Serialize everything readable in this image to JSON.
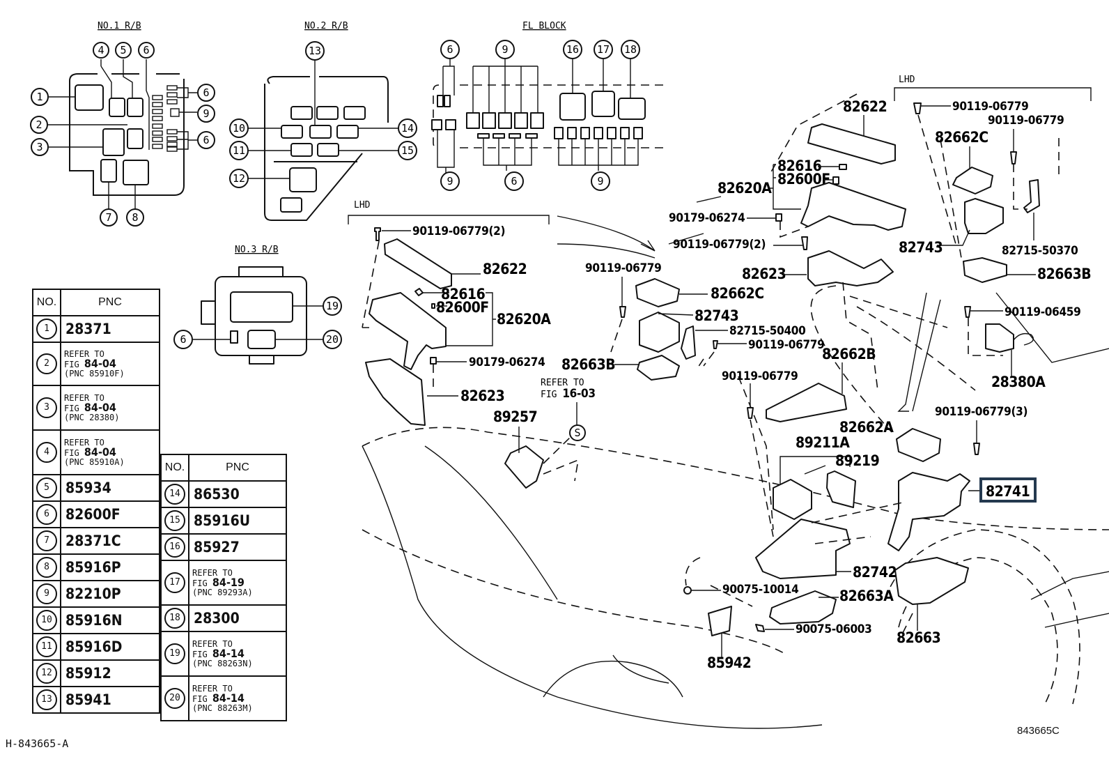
{
  "sections": {
    "ab1_title": "NO.1 R/B",
    "ab2_title": "NO.2 R/B",
    "fl_title": "FL BLOCK",
    "ab3_title": "NO.3 R/B",
    "lhd_label": "LHD"
  },
  "ab1_callouts": [
    "4",
    "5",
    "6",
    "1",
    "6",
    "9",
    "2",
    "6",
    "3",
    "7",
    "8"
  ],
  "ab2_callouts": [
    "13",
    "10",
    "14",
    "11",
    "15",
    "12"
  ],
  "fl_callouts": [
    "6",
    "9",
    "16",
    "17",
    "18",
    "9",
    "6",
    "9"
  ],
  "ab3_callouts": [
    "19",
    "6",
    "20"
  ],
  "table1": {
    "header_no": "NO.",
    "header_pnc": "PNC",
    "rows": [
      {
        "no": "1",
        "pnc": "28371"
      },
      {
        "no": "2",
        "ref1": "REFER TO",
        "ref2_pre": "FIG ",
        "ref2_big": "84-04",
        "ref3": "(PNC 85910F)"
      },
      {
        "no": "3",
        "ref1": "REFER TO",
        "ref2_pre": "FIG ",
        "ref2_big": "84-04",
        "ref3": "(PNC 28380)"
      },
      {
        "no": "4",
        "ref1": "REFER TO",
        "ref2_pre": "FIG ",
        "ref2_big": "84-04",
        "ref3": "(PNC 85910A)"
      },
      {
        "no": "5",
        "pnc": "85934"
      },
      {
        "no": "6",
        "pnc": "82600F"
      },
      {
        "no": "7",
        "pnc": "28371C"
      },
      {
        "no": "8",
        "pnc": "85916P"
      },
      {
        "no": "9",
        "pnc": "82210P"
      },
      {
        "no": "10",
        "pnc": "85916N"
      },
      {
        "no": "11",
        "pnc": "85916D"
      },
      {
        "no": "12",
        "pnc": "85912"
      },
      {
        "no": "13",
        "pnc": "85941"
      }
    ]
  },
  "table2": {
    "header_no": "NO.",
    "header_pnc": "PNC",
    "rows": [
      {
        "no": "14",
        "pnc": "86530"
      },
      {
        "no": "15",
        "pnc": "85916U"
      },
      {
        "no": "16",
        "pnc": "85927"
      },
      {
        "no": "17",
        "ref1": "REFER TO",
        "ref2_pre": "FIG ",
        "ref2_big": "84-19",
        "ref3": "(PNC 89293A)"
      },
      {
        "no": "18",
        "pnc": "28300"
      },
      {
        "no": "19",
        "ref1": "REFER TO",
        "ref2_pre": "FIG ",
        "ref2_big": "84-14",
        "ref3": "(PNC 88263N)"
      },
      {
        "no": "20",
        "ref1": "REFER TO",
        "ref2_pre": "FIG ",
        "ref2_big": "84-14",
        "ref3": "(PNC 88263M)"
      }
    ]
  },
  "parts": {
    "lhd1_bolt": "90119-06779(2)",
    "lhd1_cover": "82622",
    "lhd1_82616": "82616",
    "lhd1_82600f": "82600F",
    "lhd1_82620a": "82620A",
    "lhd1_nut": "90179-06274",
    "lhd1_82623": "82623",
    "p89257": "89257",
    "refer_fig_1": "REFER TO",
    "refer_fig_2_pre": "FIG ",
    "refer_fig_2_big": "16-03",
    "s_callout": "S",
    "mid_bolt": "90119-06779",
    "mid_82662c": "82662C",
    "mid_82743": "82743",
    "mid_82715": "82715-50400",
    "mid_bolt2": "90119-06779",
    "mid_82663b": "82663B",
    "top_82622": "82622",
    "top_82616": "82616",
    "top_82600f": "82600F",
    "top_82620a": "82620A",
    "top_nut": "90179-06274",
    "top_bolt": "90119-06779(2)",
    "top_82623": "82623",
    "r_bolt1": "90119-06779",
    "r_bolt2": "90119-06779",
    "r_82662c": "82662C",
    "r_82743": "82743",
    "r_82715": "82715-50370",
    "r_82663b": "82663B",
    "r_bolt3": "90119-06459",
    "r_28380a": "28380A",
    "c_bolt": "90119-06779",
    "c_82662b": "82662B",
    "c_bolt3": "90119-06779(3)",
    "c_82662a": "82662A",
    "c_89211a": "89211A",
    "c_89219": "89219",
    "c_82741": "82741",
    "c_82742": "82742",
    "c_90075_10014": "90075-10014",
    "c_82663a": "82663A",
    "c_90075_06003": "90075-06003",
    "c_82663": "82663",
    "c_85942": "85942"
  },
  "footer": {
    "left": "H-843665-A",
    "right": "843665C"
  }
}
